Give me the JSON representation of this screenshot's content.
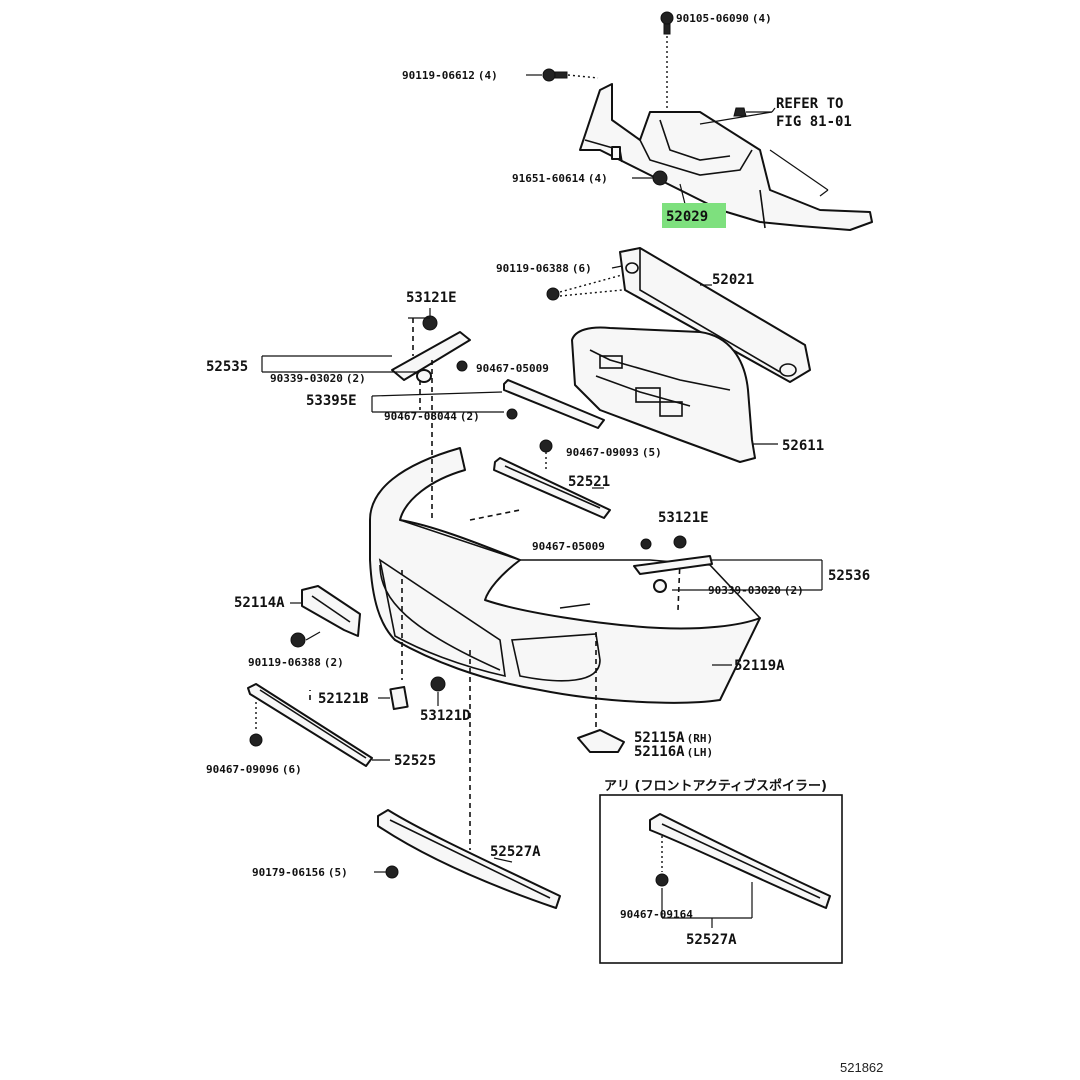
{
  "parts": {
    "p90105": "90105-06090",
    "p90105_qty": "(4)",
    "p90119_06612": "90119-06612",
    "p90119_06612_qty": "(4)",
    "refer_to": "REFER TO",
    "fig": "FIG 81-01",
    "p91651": "91651-60614",
    "p91651_qty": "(4)",
    "p52029": "52029",
    "p90119_06388_top": "90119-06388",
    "p90119_06388_top_qty": "(6)",
    "p52021": "52021",
    "p53121E_left": "53121E",
    "p52535": "52535",
    "p90339_left": "90339-03020",
    "p90339_left_qty": "(2)",
    "p90467_05009_left": "90467-05009",
    "p53395E": "53395E",
    "p90467_08044": "90467-08044",
    "p90467_08044_qty": "(2)",
    "p52611": "52611",
    "p90467_09093": "90467-09093",
    "p90467_09093_qty": "(5)",
    "p52521": "52521",
    "p53121E_right": "53121E",
    "p90467_05009_right": "90467-05009",
    "p52536": "52536",
    "p90339_right": "90339-03020",
    "p90339_right_qty": "(2)",
    "p52114A": "52114A",
    "p90119_06388_bottom": "90119-06388",
    "p90119_06388_bottom_qty": "(2)",
    "p52121B": "52121B",
    "p53121D": "53121D",
    "p52119A": "52119A",
    "p52115A": "52115A",
    "p52115A_tag": "(RH)",
    "p52116A": "52116A",
    "p52116A_tag": "(LH)",
    "p90467_09096": "90467-09096",
    "p90467_09096_qty": "(6)",
    "p52525": "52525",
    "p90179": "90179-06156",
    "p90179_qty": "(5)",
    "p52527A": "52527A",
    "p90467_09164": "90467-09164",
    "p52527A_inset": "52527A"
  },
  "inset": {
    "title": "アリ (フロントアクティブスポイラー)"
  },
  "footer": {
    "figure_id": "521862"
  },
  "colors": {
    "highlight": "#7ee07e",
    "ink": "#111111"
  }
}
